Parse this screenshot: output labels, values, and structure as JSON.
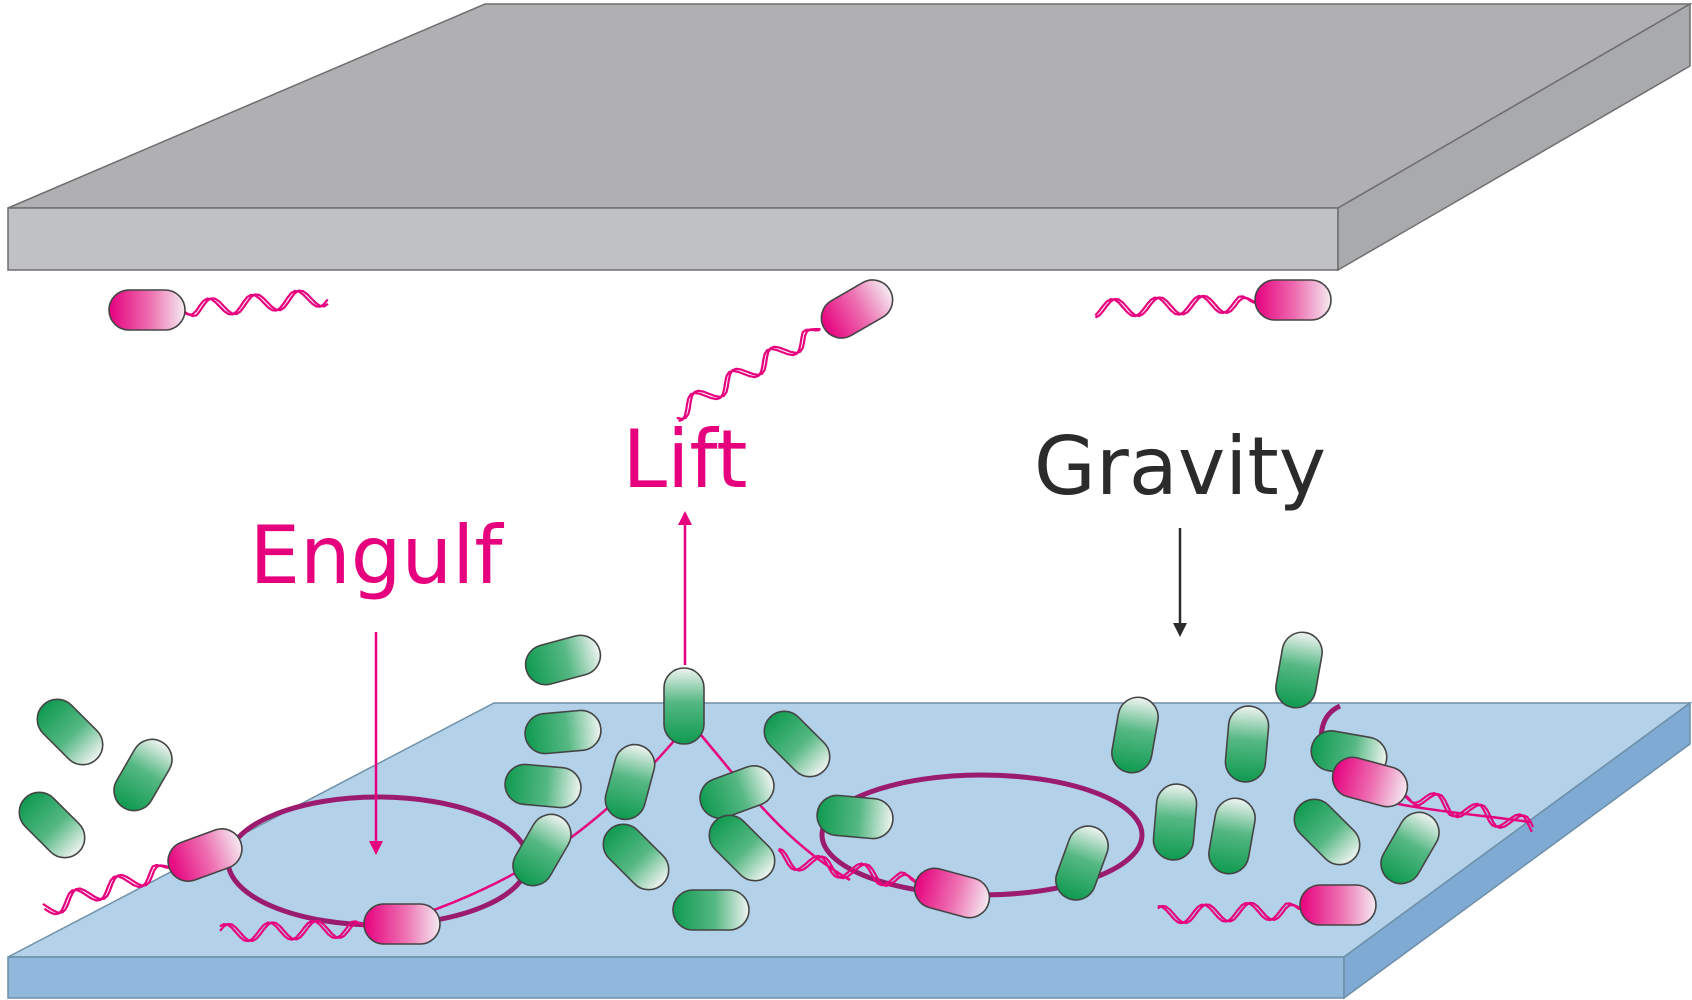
{
  "labels": {
    "engulf": "Engulf",
    "lift": "Lift",
    "gravity": "Gravity"
  },
  "colors": {
    "magenta": "#e6007e",
    "dark_magenta": "#9b1b6e",
    "green": "#129a52",
    "plate_gray_top": "#b0b0b2",
    "plate_gray_side": "#c0c1c3",
    "plate_blue_top": "#b3d1e8",
    "plate_blue_side": "#8fb8dc",
    "label_dark": "#2b2b2b"
  },
  "icons": {
    "engulf_arrow": "arrow-down-icon",
    "lift_arrow": "arrow-up-icon",
    "gravity_arrow": "arrow-down-icon"
  }
}
